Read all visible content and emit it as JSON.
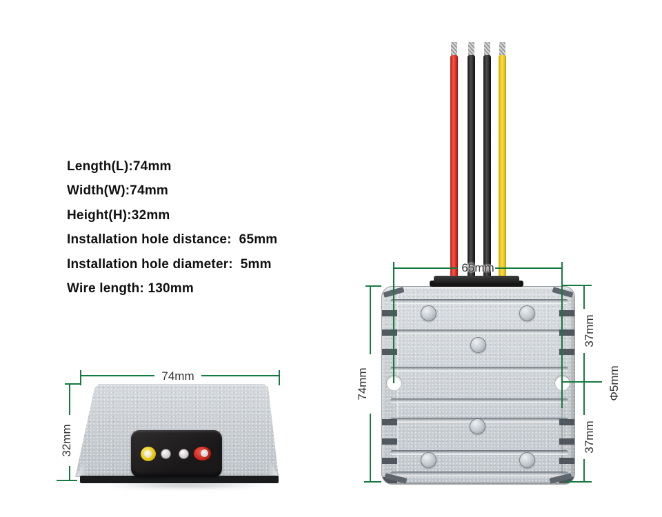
{
  "title": "DC converter installation dimensions diagram",
  "specs": {
    "lines": [
      "Length(L):74mm",
      "Width(W):74mm",
      "Height(H):32mm",
      "Installation hole distance:  65mm",
      "Installation hole diameter:  5mm",
      "Wire length: 130mm"
    ]
  },
  "top_view": {
    "labels": {
      "hole_distance": "65mm",
      "length": "74mm",
      "hole_offset_top": "37mm",
      "hole_offset_bottom": "37mm",
      "hole_diameter": "Φ5mm"
    },
    "wires": [
      {
        "name": "wire-red",
        "color": "#e8362c"
      },
      {
        "name": "wire-black-1",
        "color": "#262626"
      },
      {
        "name": "wire-black-2",
        "color": "#262626"
      },
      {
        "name": "wire-yellow",
        "color": "#f3cf24"
      }
    ]
  },
  "side_view": {
    "labels": {
      "width": "74mm",
      "height": "32mm"
    }
  },
  "colors": {
    "dimension_line": "#157a40",
    "spec_text": "#101010",
    "metal_body": "#c9ced3",
    "connector_black": "#1d1c1e",
    "mounting_hole": "#ffffff"
  }
}
